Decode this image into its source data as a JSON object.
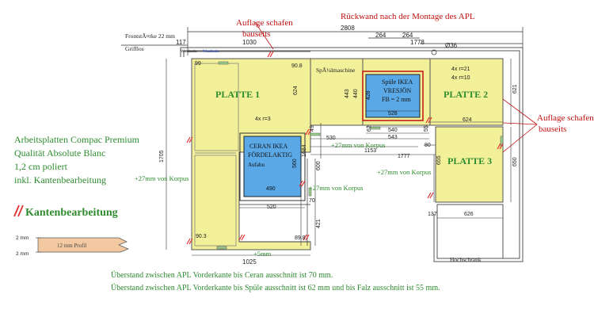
{
  "colors": {
    "slab": "#f3f09a",
    "cutout": "#5aa8e6",
    "green_text": "#2e8b2e",
    "red_text": "#c01010",
    "line": "#333333",
    "edge_mark": "#e03030",
    "profile": "#f2c9a0"
  },
  "annotations": {
    "auflage_top": [
      "Auflage schafen",
      "bauseits"
    ],
    "auflage_right": [
      "Auflage schafen",
      "bauseits"
    ],
    "rueckwand": "Rückwand nach der Montage des APL",
    "frontstaerke": "FrontstÃ¤rke 22 mm",
    "griffloss": "Grifflos",
    "wandseite": "Wandseite",
    "spuelmaschine": "SpÃ¼lmaschine",
    "hochschrank": "Hochschrank"
  },
  "info": {
    "line1": "Arbeitsplatten Compac Premium",
    "line2": "Qualität Absolute Blanc",
    "line3": "1,2 cm poliert",
    "line4": "inkl. Kantenbearbeitung",
    "kanten": "Kantenbearbeitung",
    "profile_label": "12 mm Profil",
    "mm_top": "2 mm",
    "mm_bottom": "2 mm"
  },
  "plates": {
    "p1": "PLATTE 1",
    "p2": "PLATTE 2",
    "p3": "PLATTE 3"
  },
  "cutouts": {
    "ceran": [
      "CERAN IKEA",
      "FÖRDELAKTIG",
      "Aufabu"
    ],
    "spuele": [
      "Spüle IKEA",
      "VRESJÖN",
      "FB = 2 mm"
    ]
  },
  "korpus": {
    "k1": "+27mm von Korpus",
    "k2": "+27mm von Korpus",
    "k3": "+27mm von Korpus",
    "k4": "+27mm von Korpus",
    "k5": "+5mm"
  },
  "radii": {
    "r3": "4x r=3",
    "r21": "4x r=21",
    "r10": "4x r=10"
  },
  "dims": {
    "d2808": "2808",
    "d264a": "264",
    "d264b": "264",
    "d1778": "1778",
    "d36": "Ø36",
    "d117": "117",
    "d1030": "1030",
    "d1705": "1705",
    "d624a": "624",
    "d908": "90.8",
    "d443": "443",
    "d440": "440",
    "d428": "428",
    "d528": "528",
    "d540": "540",
    "d543": "543",
    "d55": "55",
    "d62": "62",
    "d49": "49",
    "d530": "530",
    "d1684": "1684",
    "d1153": "1153",
    "d1777": "1777",
    "d80": "80",
    "d490": "490",
    "d560": "560",
    "d520": "520",
    "d600": "600",
    "d70": "70",
    "d421": "421",
    "d903": "90.3",
    "d898": "89.8",
    "d1025": "1025",
    "d621": "621",
    "d624b": "624",
    "d650": "650",
    "d655": "655",
    "d137": "137",
    "d626": "626",
    "d99": "99"
  },
  "notes": {
    "n1": "Überstand zwischen APL Vorderkante bis Ceran ausschnitt ist 70 mm.",
    "n2": "Überstand zwischen APL Vorderkante bis Spüle ausschnitt ist 62 mm und bis Falz ausschnitt ist 55 mm."
  }
}
